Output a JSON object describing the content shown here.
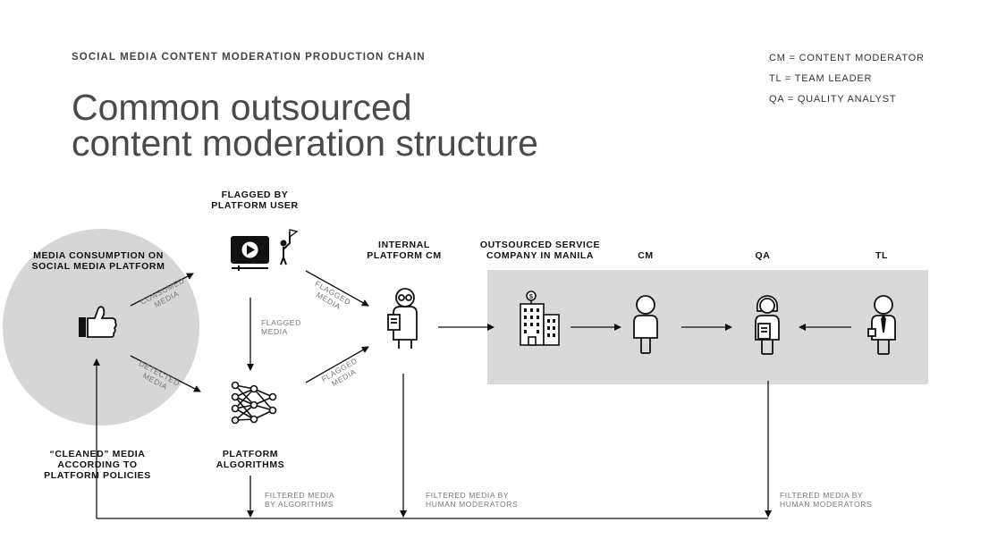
{
  "header": {
    "kicker": "SOCIAL MEDIA CONTENT MODERATION PRODUCTION CHAIN",
    "title_line1": "Common outsourced",
    "title_line2": "content moderation structure"
  },
  "legend": {
    "cm": "CM = CONTENT MODERATOR",
    "tl": "TL = TEAM LEADER",
    "qa": "QA = QUALITY ANALYST"
  },
  "nodes": {
    "media_platform": "MEDIA CONSUMPTION ON SOCIAL MEDIA PLATFORM",
    "flagged_user": "FLAGGED BY PLATFORM USER",
    "algorithms": "PLATFORM ALGORITHMS",
    "internal_cm": "INTERNAL PLATFORM CM",
    "outsourced": "OUTSOURCED SERVICE COMPANY IN MANILA",
    "cm": "CM",
    "qa": "QA",
    "tl": "TL",
    "cleaned": "“CLEANED” MEDIA ACCORDING TO PLATFORM POLICIES"
  },
  "edges": {
    "consumed_media": "CONSUMED MEDIA",
    "detected_media": "DETECTED MEDIA",
    "flagged_media_down": "FLAGGED MEDIA",
    "flagged_media_top": "FLAGGED MEDIA",
    "flagged_media_bottom": "FLAGGED MEDIA",
    "filtered_algorithms": "FILTERED MEDIA BY ALGORITHMS",
    "filtered_humans_internal": "FILTERED MEDIA BY HUMAN MODERATORS",
    "filtered_humans_outsourced": "FILTERED MEDIA BY HUMAN MODERATORS"
  },
  "colors": {
    "circle": "#d6d6d6",
    "box": "#d9d9d9",
    "line": "#111111",
    "muted_text": "#777777"
  },
  "icons": {
    "media_platform": "thumbs-up-icon",
    "flagged_user": "video-flag-icon",
    "algorithms": "neural-network-icon",
    "internal_cm": "moderator-with-glasses-icon",
    "outsourced": "office-building-icon",
    "cm": "person-icon",
    "qa": "person-with-clipboard-icon",
    "tl": "person-with-tie-icon"
  }
}
